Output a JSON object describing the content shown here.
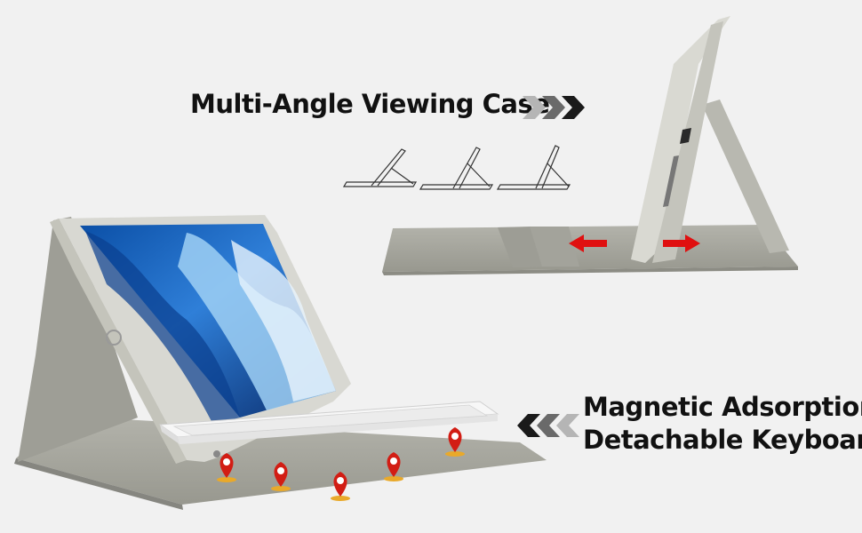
{
  "headline_top": "Multi-Angle Viewing Case",
  "headline_bottom_line1": "Magnetic Adsorption",
  "headline_bottom_line2": "Detachable Keyboard",
  "colors": {
    "background": "#f1f1f1",
    "case_gray": "#a7a7a0",
    "frame": "#d8d8d2",
    "arrow_red": "#e01010",
    "pin_red": "#d21d14",
    "chevron_dark": "#1a1a1a",
    "chevron_mid": "#6a6a6a",
    "chevron_light": "#b5b5b5"
  },
  "icons": [
    "chevron-right-icon",
    "chevron-left-icon",
    "stand-angle-icon",
    "location-pin-icon",
    "arrow-left-icon",
    "arrow-right-icon"
  ]
}
